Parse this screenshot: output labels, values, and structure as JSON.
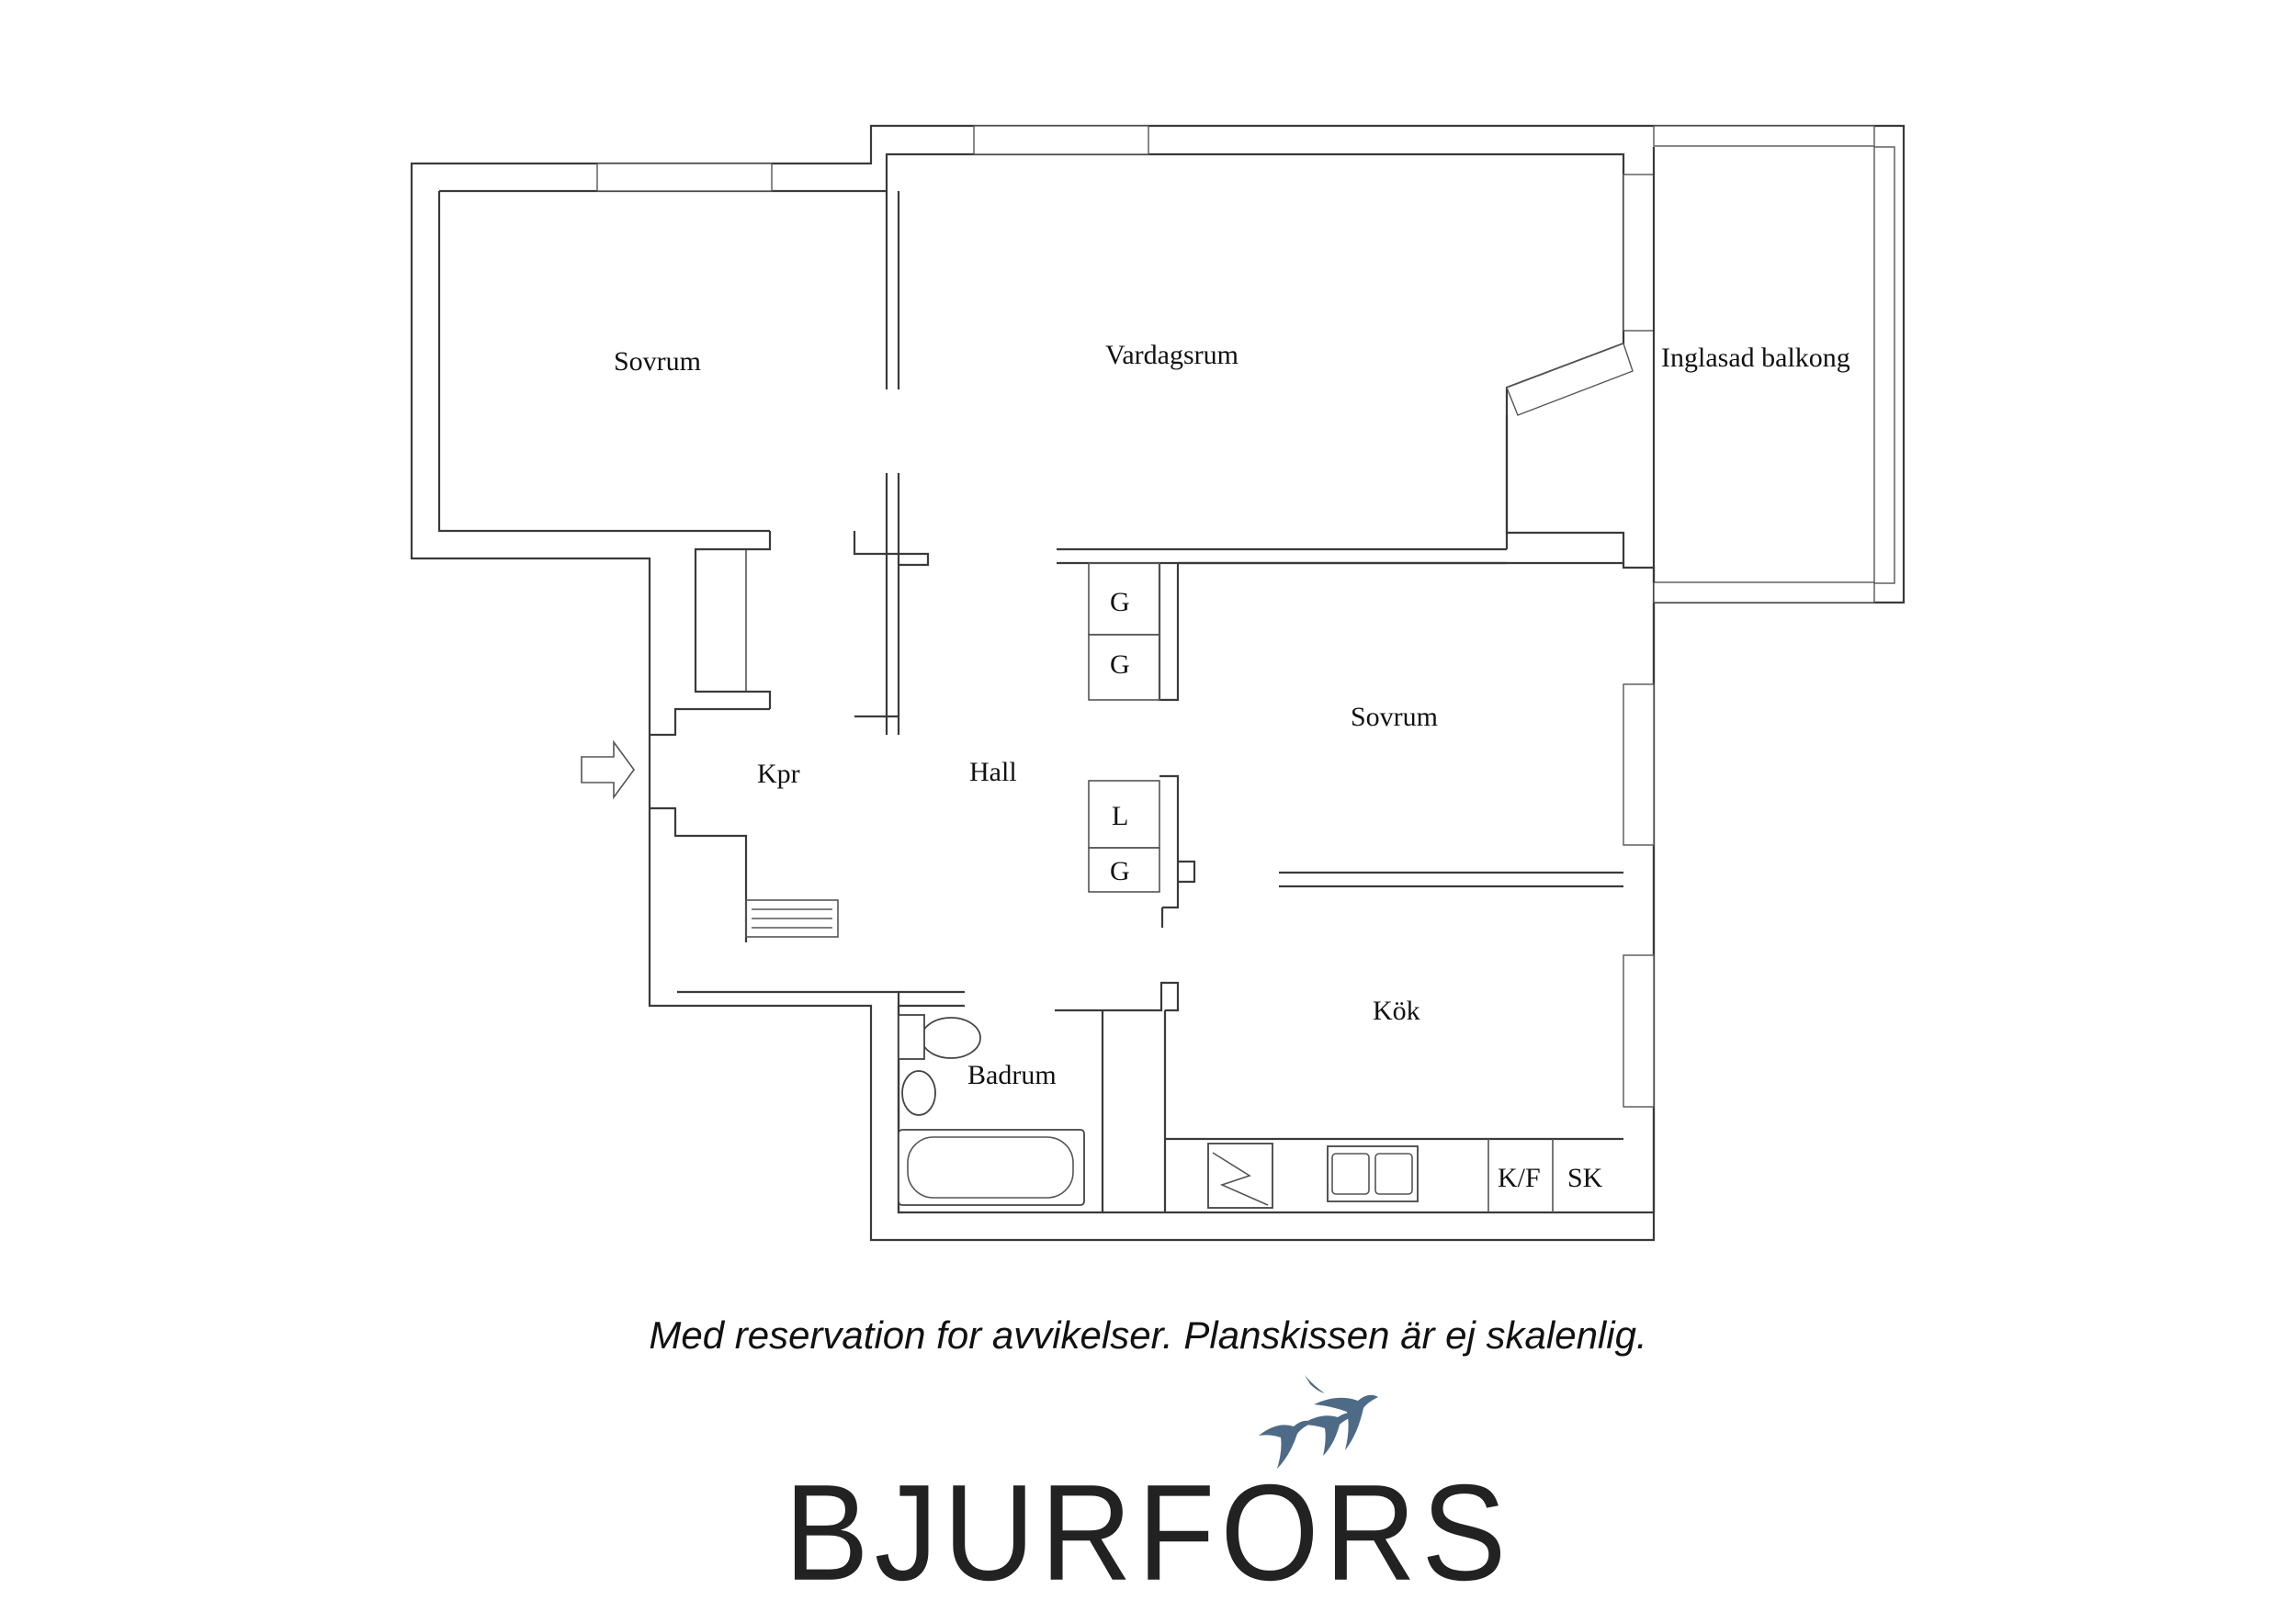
{
  "rooms": {
    "sovrum_1": "Sovrum",
    "vardagsrum": "Vardagsrum",
    "inglasad_balkong": "Inglasad balkong",
    "sovrum_2": "Sovrum",
    "kpr": "Kpr",
    "hall": "Hall",
    "kok": "Kök",
    "badrum": "Badrum"
  },
  "storage": {
    "g1": "G",
    "g2": "G",
    "l": "L",
    "g3": "G"
  },
  "appliances": {
    "kf": "K/F",
    "sk": "SK"
  },
  "disclaimer": "Med reservation for avvikelser. Planskissen är ej skalenlig.",
  "brand": {
    "name": "BJURFORS",
    "logo_icon": "geese-icon",
    "logo_color": "#4d6b86"
  },
  "colors": {
    "wall": "#3a3a3a",
    "text": "#111111"
  }
}
